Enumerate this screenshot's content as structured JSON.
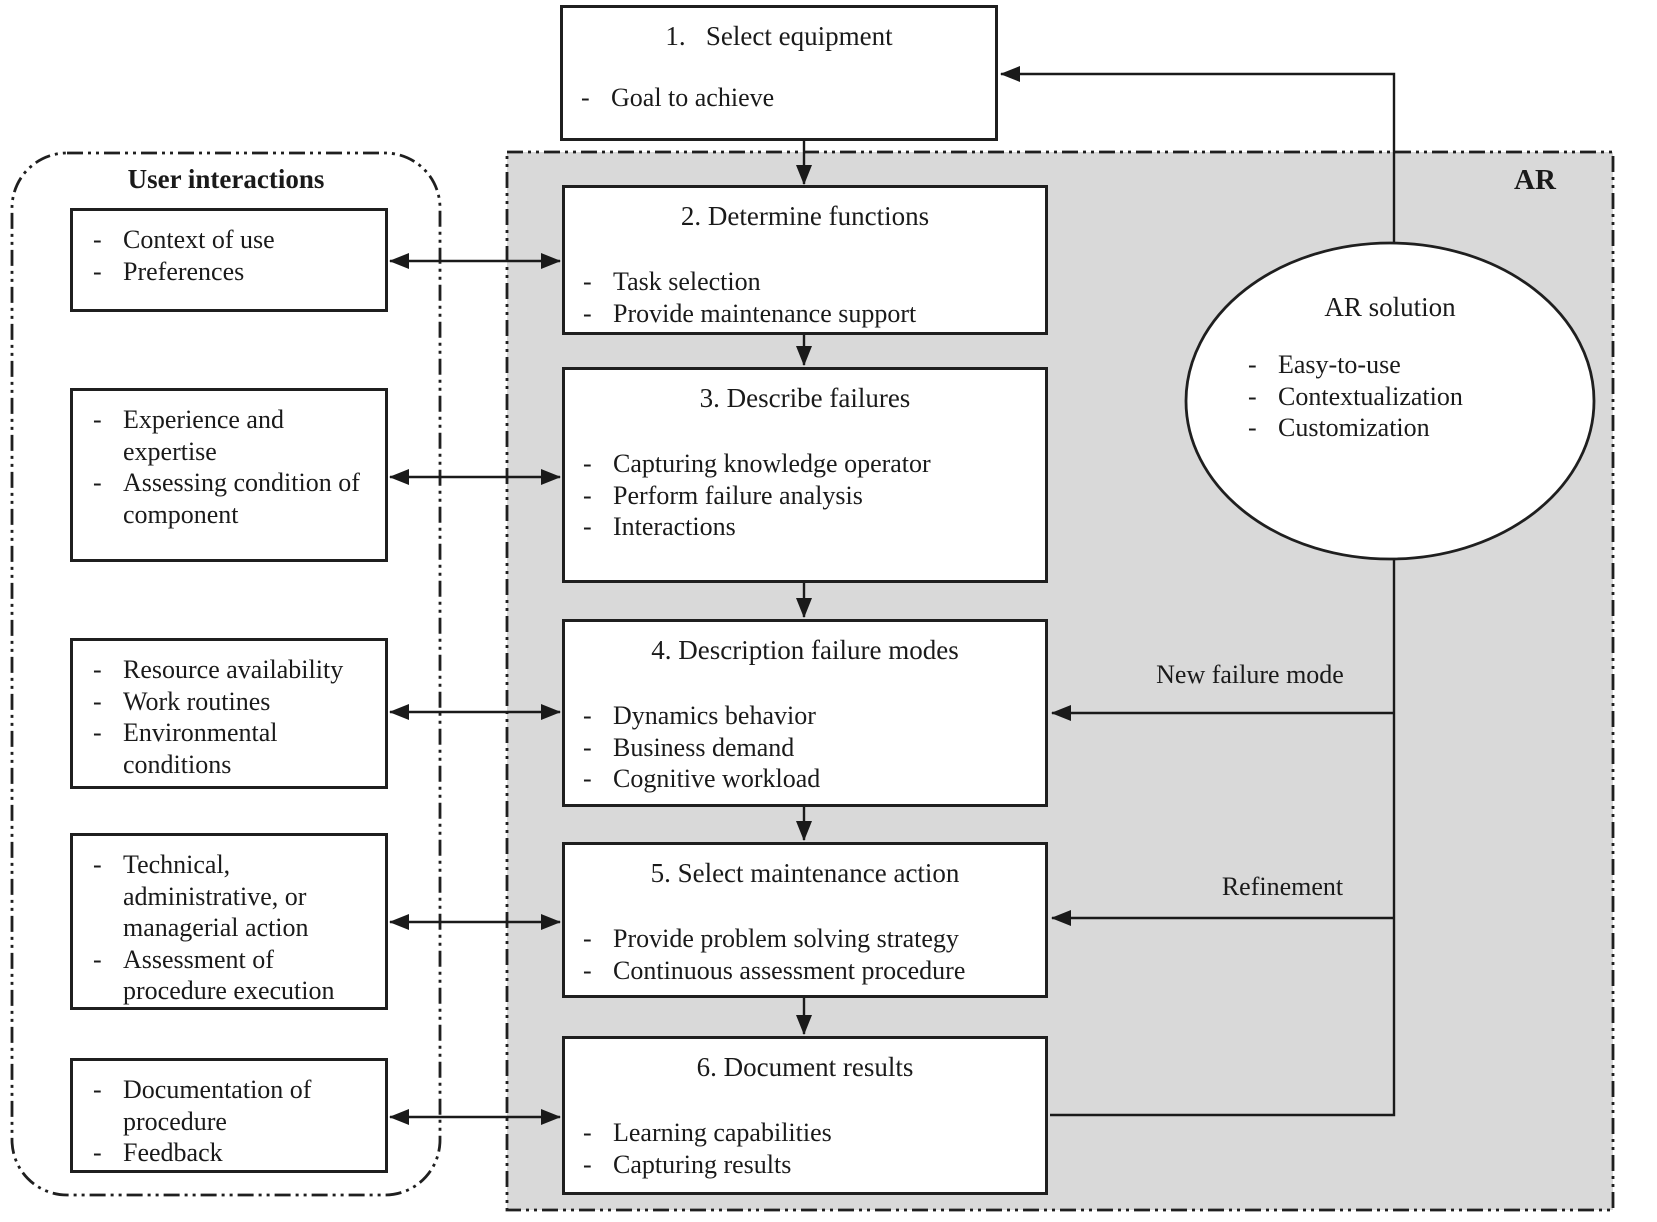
{
  "flow": {
    "steps": [
      {
        "title": "1.   Select equipment",
        "items": [
          "Goal to achieve"
        ]
      },
      {
        "title": "2. Determine functions",
        "items": [
          "Task selection",
          "Provide maintenance support"
        ]
      },
      {
        "title": "3. Describe failures",
        "items": [
          "Capturing knowledge operator",
          "Perform failure analysis",
          "Interactions"
        ]
      },
      {
        "title": "4. Description failure modes",
        "items": [
          "Dynamics behavior",
          "Business demand",
          "Cognitive workload"
        ]
      },
      {
        "title": "5. Select maintenance action",
        "items": [
          "Provide problem solving strategy",
          "Continuous assessment procedure"
        ]
      },
      {
        "title": "6. Document results",
        "items": [
          "Learning capabilities",
          "Capturing results"
        ]
      }
    ]
  },
  "user_panel": {
    "title": "User interactions",
    "boxes": [
      {
        "items": [
          "Context of use",
          "Preferences"
        ]
      },
      {
        "items": [
          "Experience and expertise",
          "Assessing condition of component"
        ]
      },
      {
        "items": [
          "Resource availability",
          "Work routines",
          "Environmental conditions"
        ]
      },
      {
        "items": [
          "Technical, administrative, or managerial action",
          "Assessment of procedure execution"
        ]
      },
      {
        "items": [
          "Documentation of procedure",
          "Feedback"
        ]
      }
    ]
  },
  "ar_panel": {
    "label": "AR",
    "solution_ellipse": {
      "title": "AR solution",
      "items": [
        "Easy-to-use",
        "Contextualization",
        "Customization"
      ]
    },
    "arrow_labels": {
      "new_failure_mode": "New failure mode",
      "refinement": "Refinement"
    }
  },
  "colors": {
    "ar_fill": "#d9d9d9",
    "stroke": "#1a1a1a",
    "box_fill": "#ffffff"
  }
}
